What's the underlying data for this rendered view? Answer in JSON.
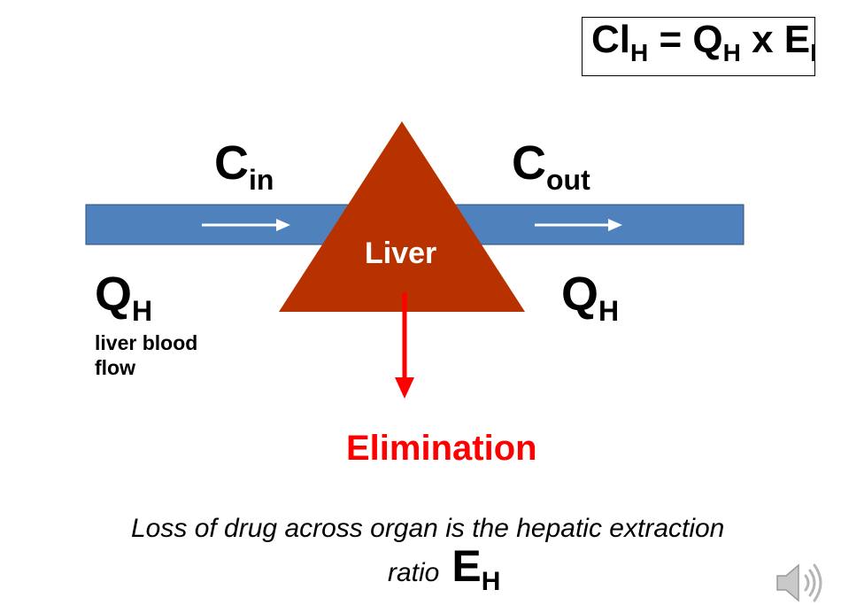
{
  "formula": {
    "cl": "Cl",
    "cl_sub": "H",
    "eq": " = ",
    "q": "Q",
    "q_sub": "H",
    "times": " x ",
    "e": "E",
    "e_sub": "H"
  },
  "labels": {
    "c": "C",
    "cin_sub": "in",
    "cout_sub": "out",
    "q": "Q",
    "q_sub": "H",
    "flow_line1": "liver blood",
    "flow_line2": "flow",
    "liver": "Liver",
    "elimination": "Elimination"
  },
  "caption": {
    "line1": "Loss of drug across organ is the hepatic extraction",
    "line2": "ratio",
    "e": "E",
    "e_sub": "H"
  },
  "colors": {
    "vessel": "#4f81bd",
    "liver": "#b83200",
    "arrow_flow": "#ffffff",
    "arrow_elimination": "#ff0000",
    "elimination_text": "#ff0000"
  },
  "icons": {
    "speaker": "speaker-icon"
  }
}
